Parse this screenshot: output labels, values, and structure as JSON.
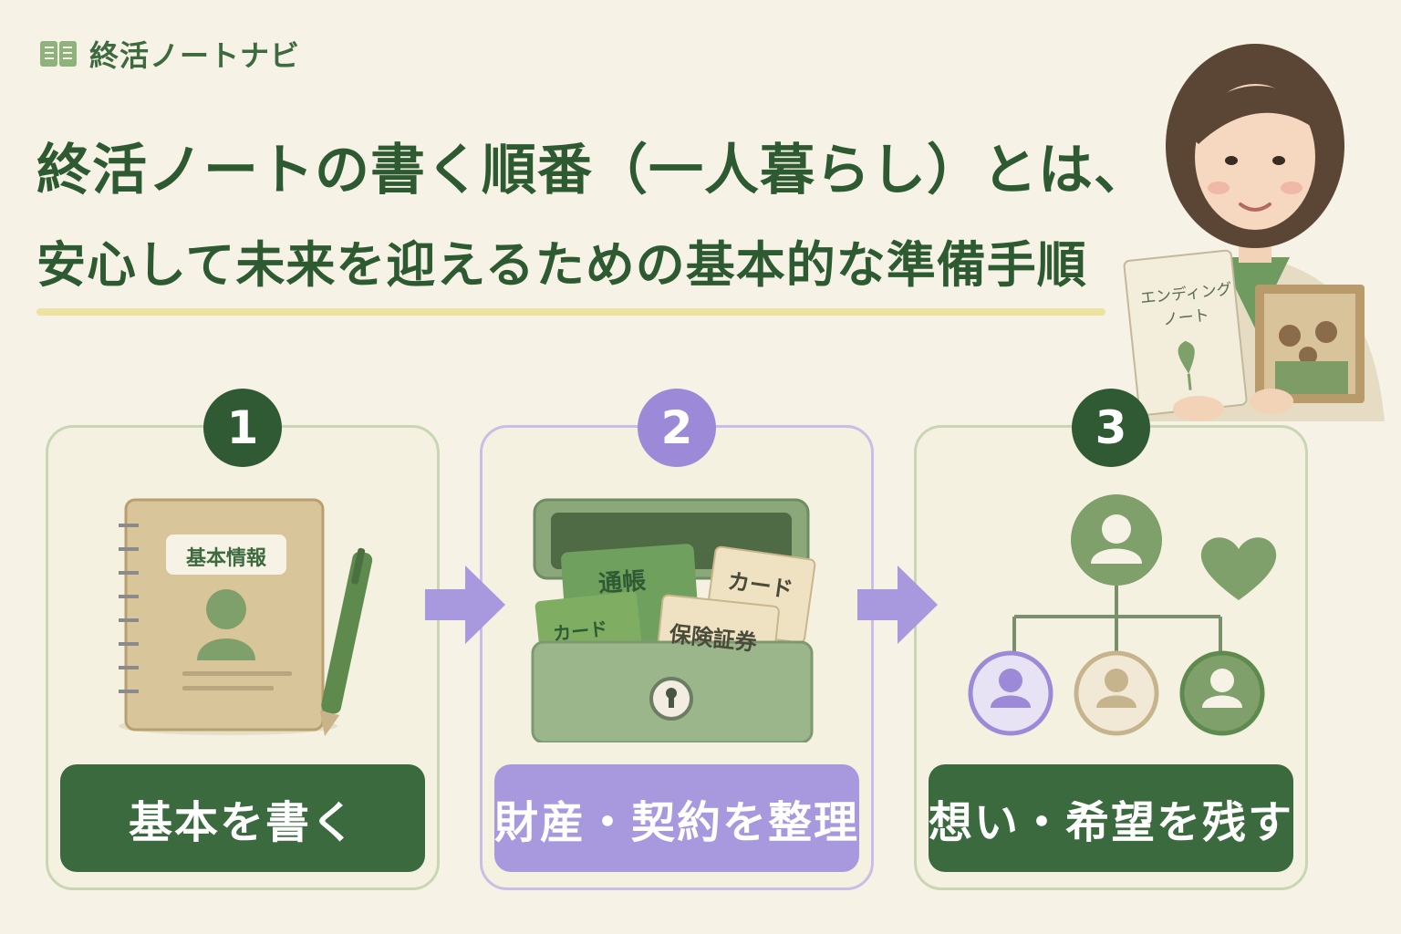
{
  "brand": {
    "name": "終活ノートナビ"
  },
  "headline": {
    "line1": "終活ノートの書く順番（一人暮らし）とは、",
    "line2": "安心して未来を迎えるための基本的な準備手順"
  },
  "illustration": {
    "book_title": "エンディング\nノート"
  },
  "steps": [
    {
      "number": "1",
      "label": "基本を書く",
      "notebook_tag": "基本情報"
    },
    {
      "number": "2",
      "label": "財産・契約を整理",
      "items": [
        "通帳",
        "カード",
        "カード",
        "保険証券"
      ]
    },
    {
      "number": "3",
      "label": "想い・希望を残す"
    }
  ],
  "colors": {
    "green": "#2f5a33",
    "purple": "#9c8ad8",
    "background": "#f7f2e6"
  }
}
